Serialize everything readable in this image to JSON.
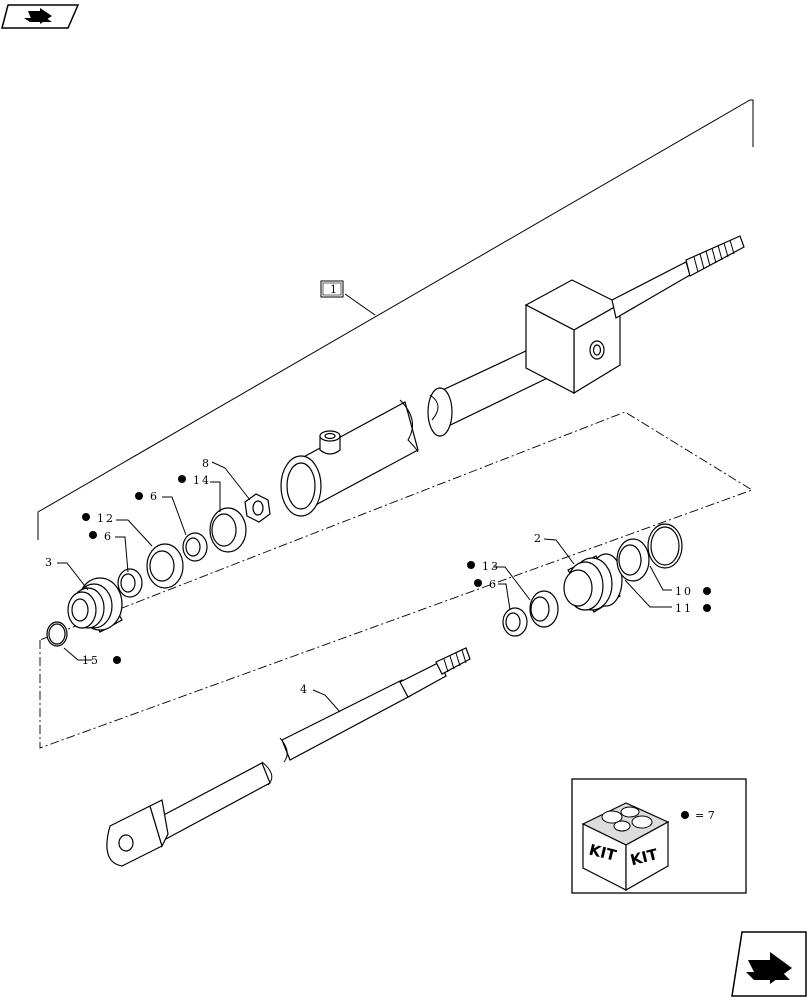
{
  "nav": {
    "top_icon": "book-arrow-icon",
    "bottom_icon": "next-page-arrow-icon"
  },
  "callouts": {
    "p1": "1",
    "p2": "2",
    "p3": "3",
    "p4": "4",
    "p6a": "6",
    "p6b": "6",
    "p6c": "6",
    "p8": "8",
    "p10": "10",
    "p11": "11",
    "p12": "12",
    "p13": "13",
    "p14": "14",
    "p15": "15"
  },
  "legend": {
    "kit_word_left": "KIT",
    "kit_word_right": "KIT",
    "equals_text": "= 7"
  }
}
